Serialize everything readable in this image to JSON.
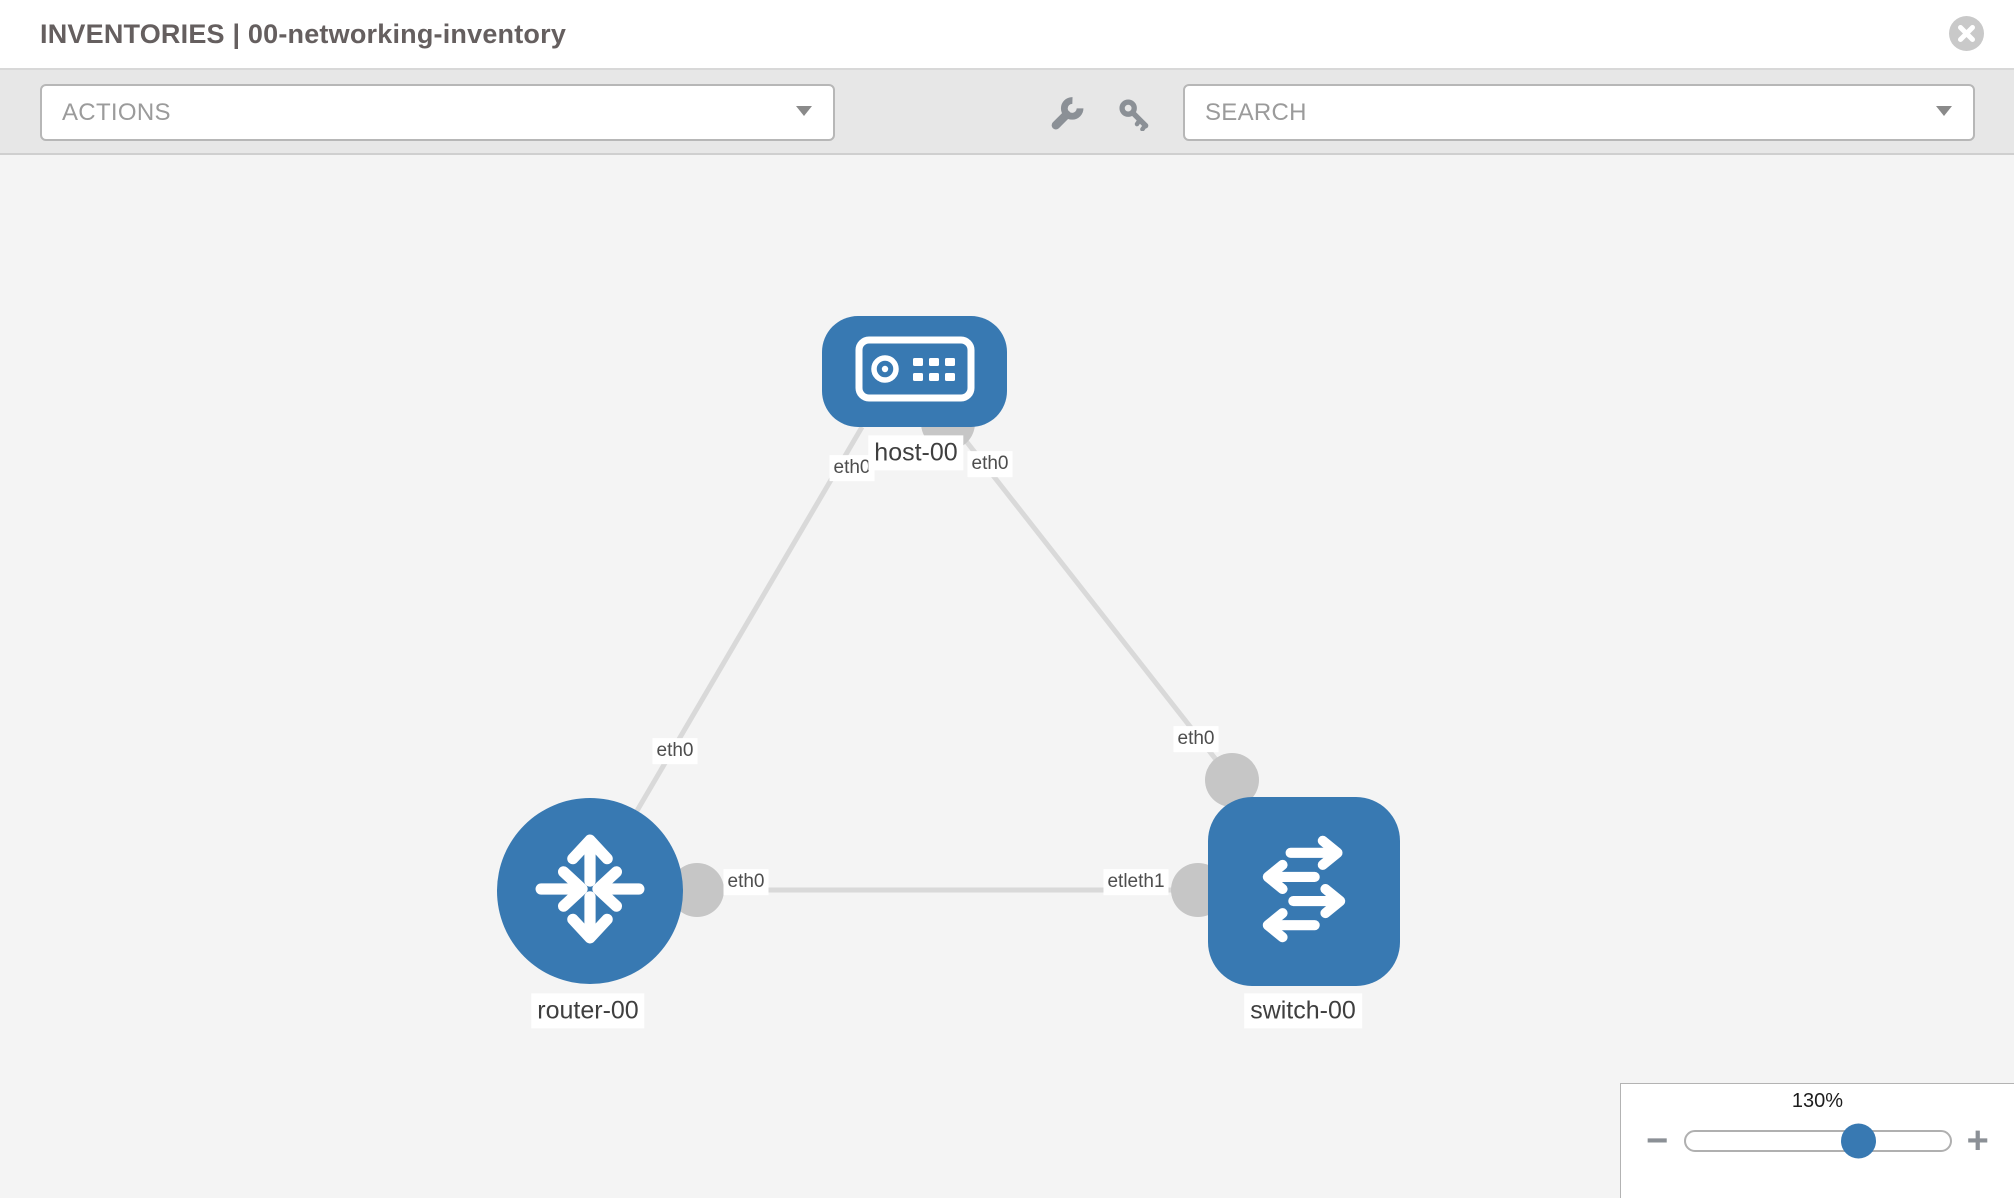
{
  "header": {
    "title": "INVENTORIES | 00-networking-inventory"
  },
  "toolbar": {
    "actions_label": "ACTIONS",
    "search_label": "SEARCH",
    "icons": [
      "wrench-icon",
      "key-icon"
    ]
  },
  "colors": {
    "node_blue": "#3879B2",
    "link_gray": "#D9D9D9",
    "port_gray": "#C6C6C6",
    "canvas_bg": "#F4F4F4",
    "toolbar_bg": "#E7E7E7"
  },
  "topology": {
    "nodes": [
      {
        "id": "host-00",
        "type": "host",
        "label": "host-00"
      },
      {
        "id": "router-00",
        "type": "router",
        "label": "router-00"
      },
      {
        "id": "switch-00",
        "type": "switch",
        "label": "switch-00"
      }
    ],
    "links": [
      {
        "from": "host-00",
        "to": "router-00",
        "from_label": "eth0",
        "to_label": "eth0"
      },
      {
        "from": "host-00",
        "to": "switch-00",
        "from_label": "eth0",
        "to_label": "eth0"
      },
      {
        "from": "router-00",
        "to": "switch-00",
        "from_label": "eth0",
        "to_label": "etleth1"
      }
    ]
  },
  "zoom_control": {
    "value": "130%",
    "minus_label": "−",
    "plus_label": "+"
  }
}
